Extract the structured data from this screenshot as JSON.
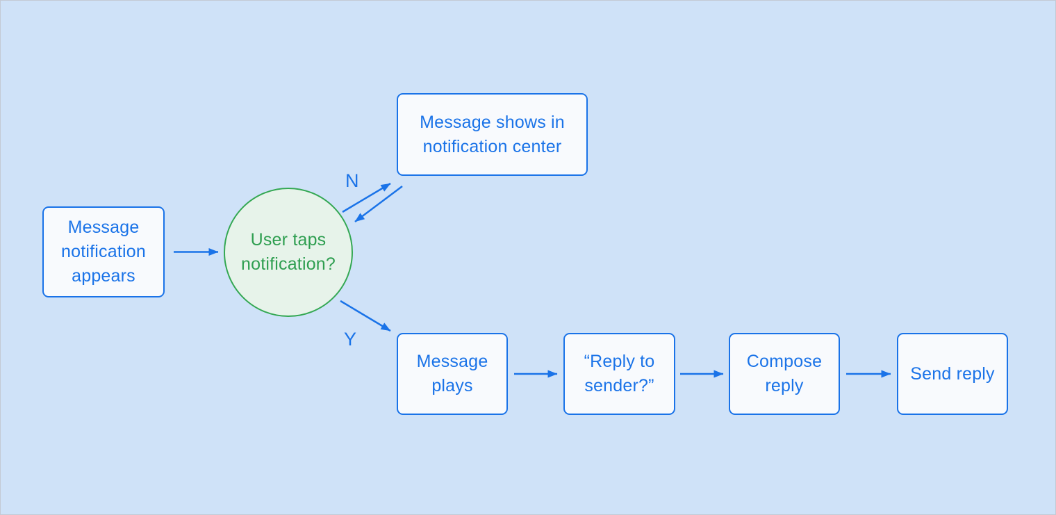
{
  "canvas": {
    "background_color": "#cfe2f8",
    "accent_blue": "#1a73e8",
    "accent_green": "#34a853",
    "process_fill": "#f8fafd",
    "decision_fill": "#e7f3ea"
  },
  "diagram": {
    "nodes": {
      "message_notification_appears": {
        "label": "Message notification appears",
        "shape": "process"
      },
      "user_taps_notification": {
        "label": "User taps notification?",
        "shape": "decision"
      },
      "message_shows_in_notification_center": {
        "label": "Message shows in notification center",
        "shape": "process"
      },
      "message_plays": {
        "label": "Message plays",
        "shape": "process"
      },
      "reply_to_sender": {
        "label": "“Reply to sender?”",
        "shape": "process"
      },
      "compose_reply": {
        "label": "Compose reply",
        "shape": "process"
      },
      "send_reply": {
        "label": "Send reply",
        "shape": "process"
      }
    },
    "edge_labels": {
      "no": "N",
      "yes": "Y"
    },
    "edges": [
      {
        "from": "message_notification_appears",
        "to": "user_taps_notification",
        "label": ""
      },
      {
        "from": "user_taps_notification",
        "to": "message_shows_in_notification_center",
        "label": "N"
      },
      {
        "from": "message_shows_in_notification_center",
        "to": "user_taps_notification",
        "label": ""
      },
      {
        "from": "user_taps_notification",
        "to": "message_plays",
        "label": "Y"
      },
      {
        "from": "message_plays",
        "to": "reply_to_sender",
        "label": ""
      },
      {
        "from": "reply_to_sender",
        "to": "compose_reply",
        "label": ""
      },
      {
        "from": "compose_reply",
        "to": "send_reply",
        "label": ""
      }
    ]
  }
}
